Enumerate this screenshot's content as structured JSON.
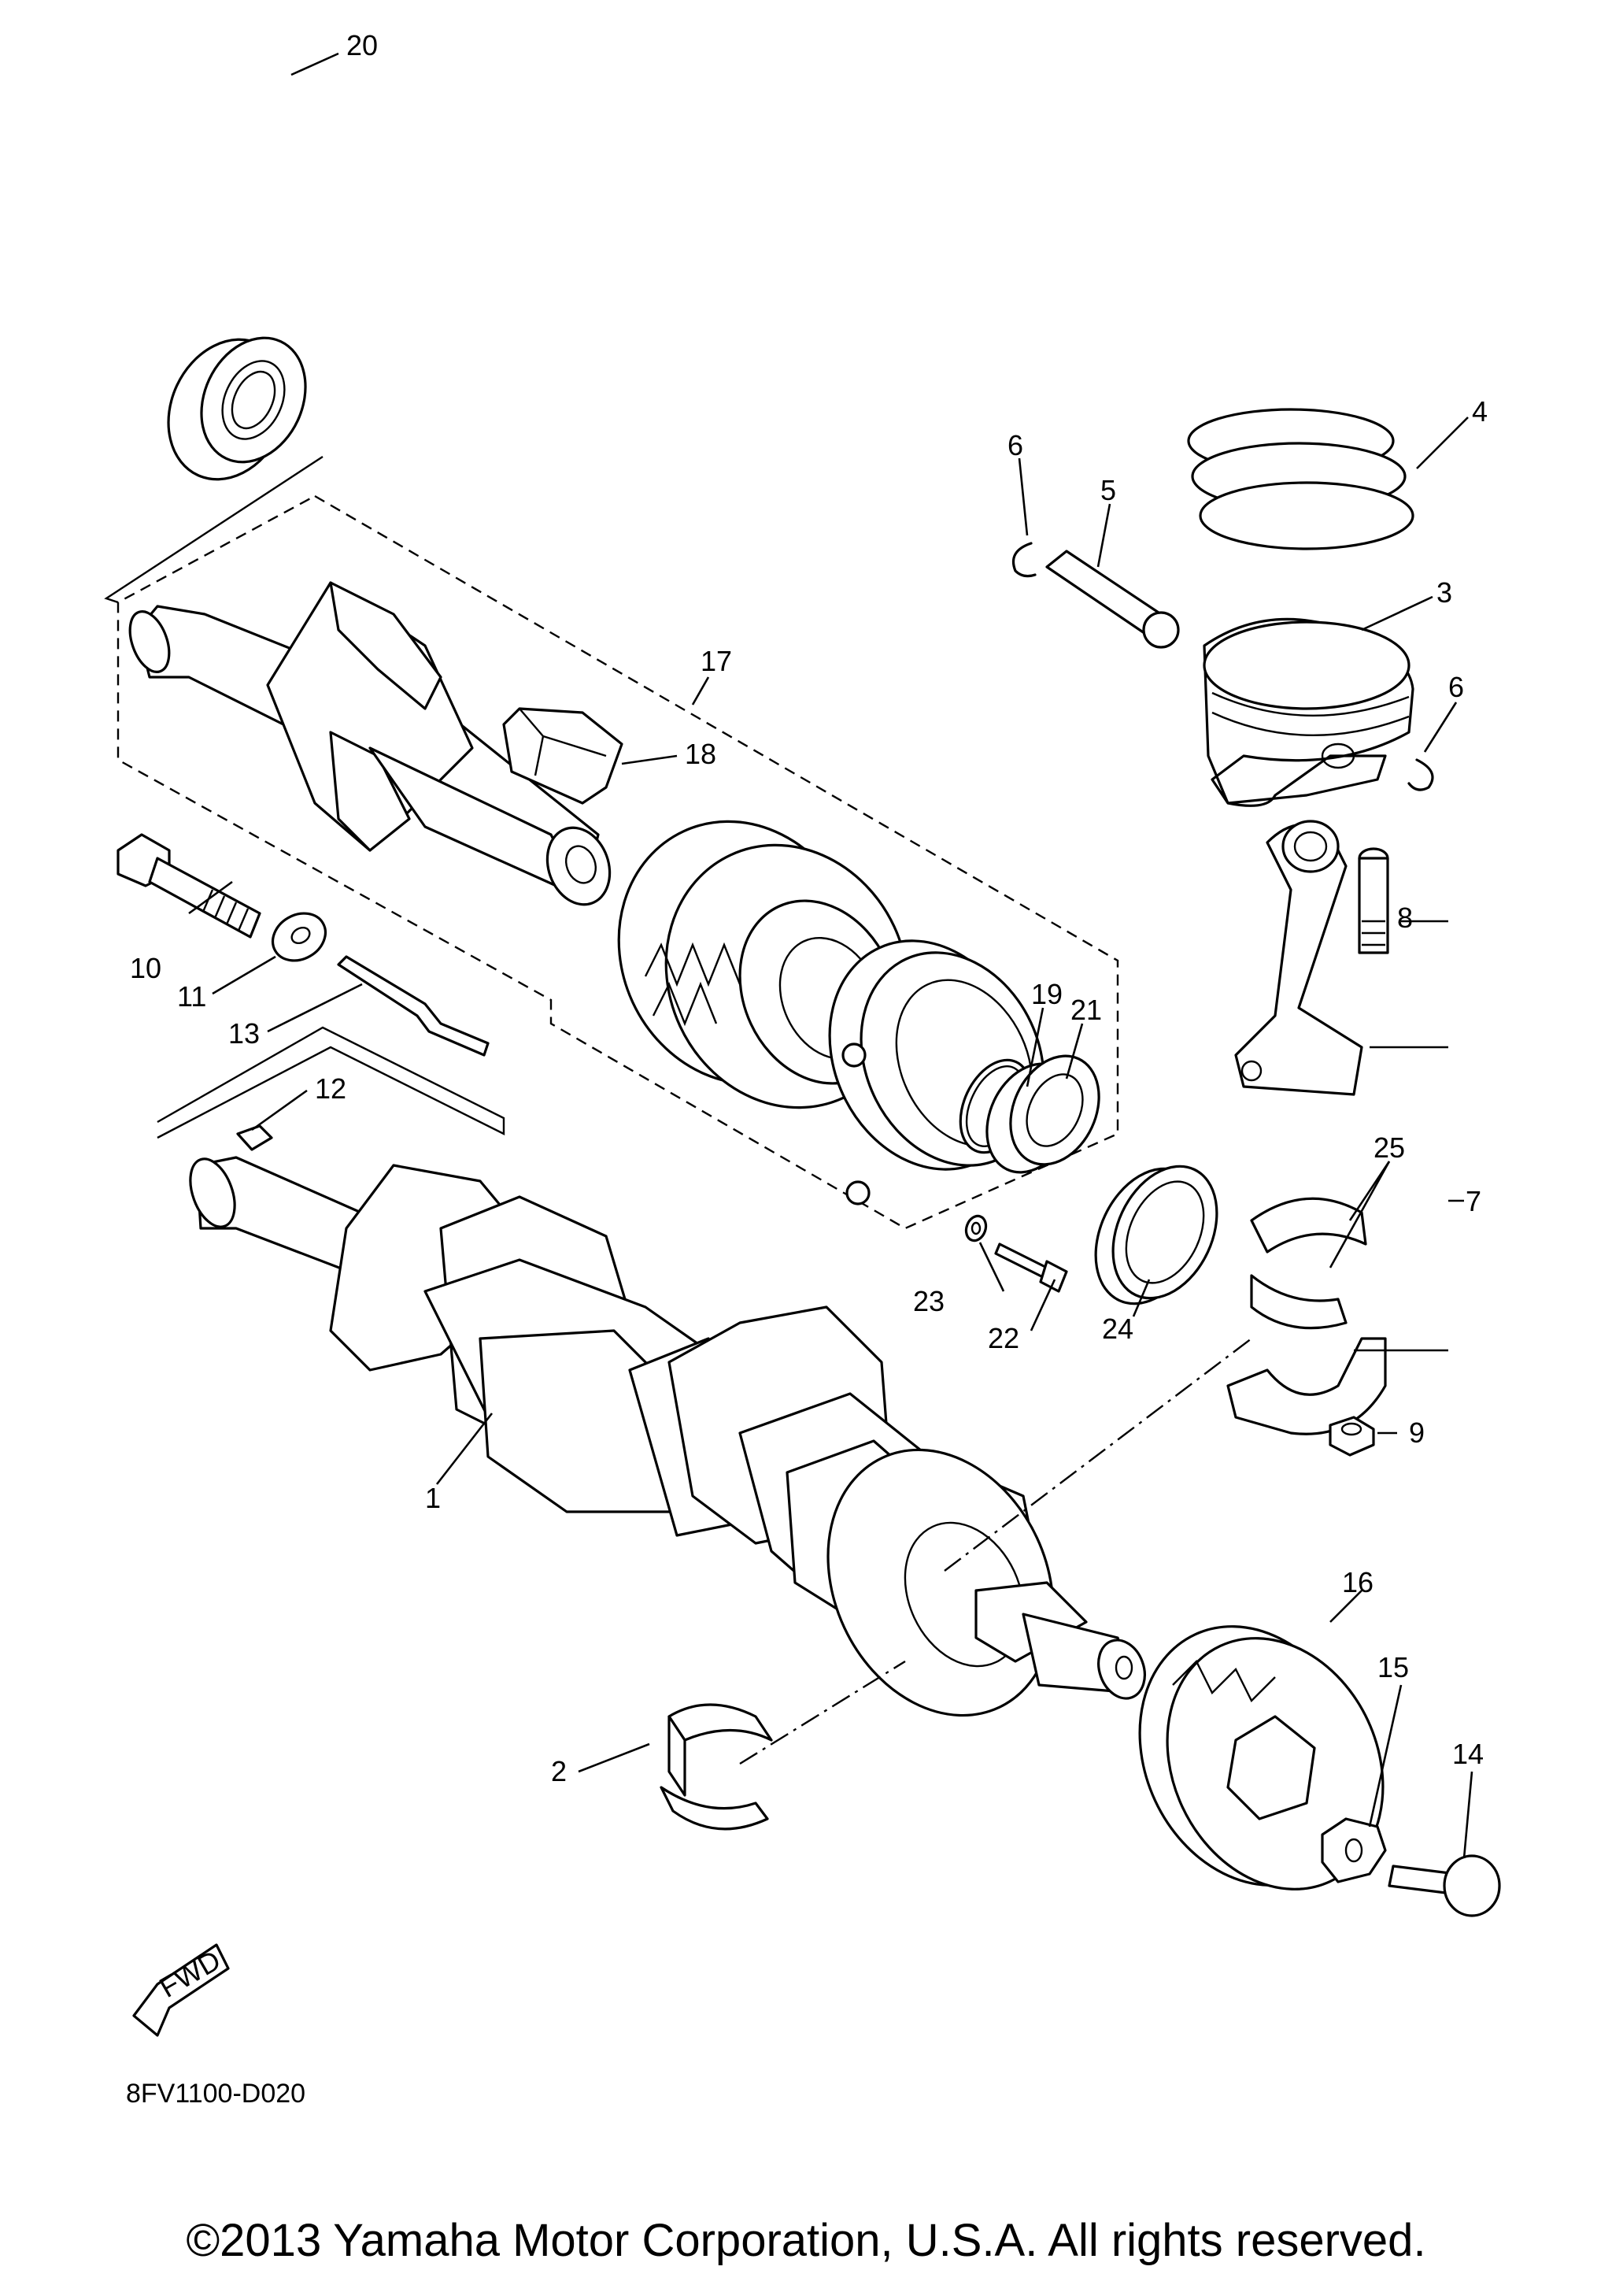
{
  "diagram": {
    "code": "8FV1100-D020",
    "copyright": "©2013 Yamaha Motor Corporation, U.S.A. All rights reserved.",
    "fwd_label": "FWD",
    "callouts": [
      "1",
      "2",
      "3",
      "4",
      "5",
      "6",
      "6",
      "7",
      "8",
      "9",
      "10",
      "11",
      "12",
      "13",
      "14",
      "15",
      "16",
      "17",
      "18",
      "19",
      "20",
      "21",
      "22",
      "23",
      "24",
      "25"
    ]
  }
}
